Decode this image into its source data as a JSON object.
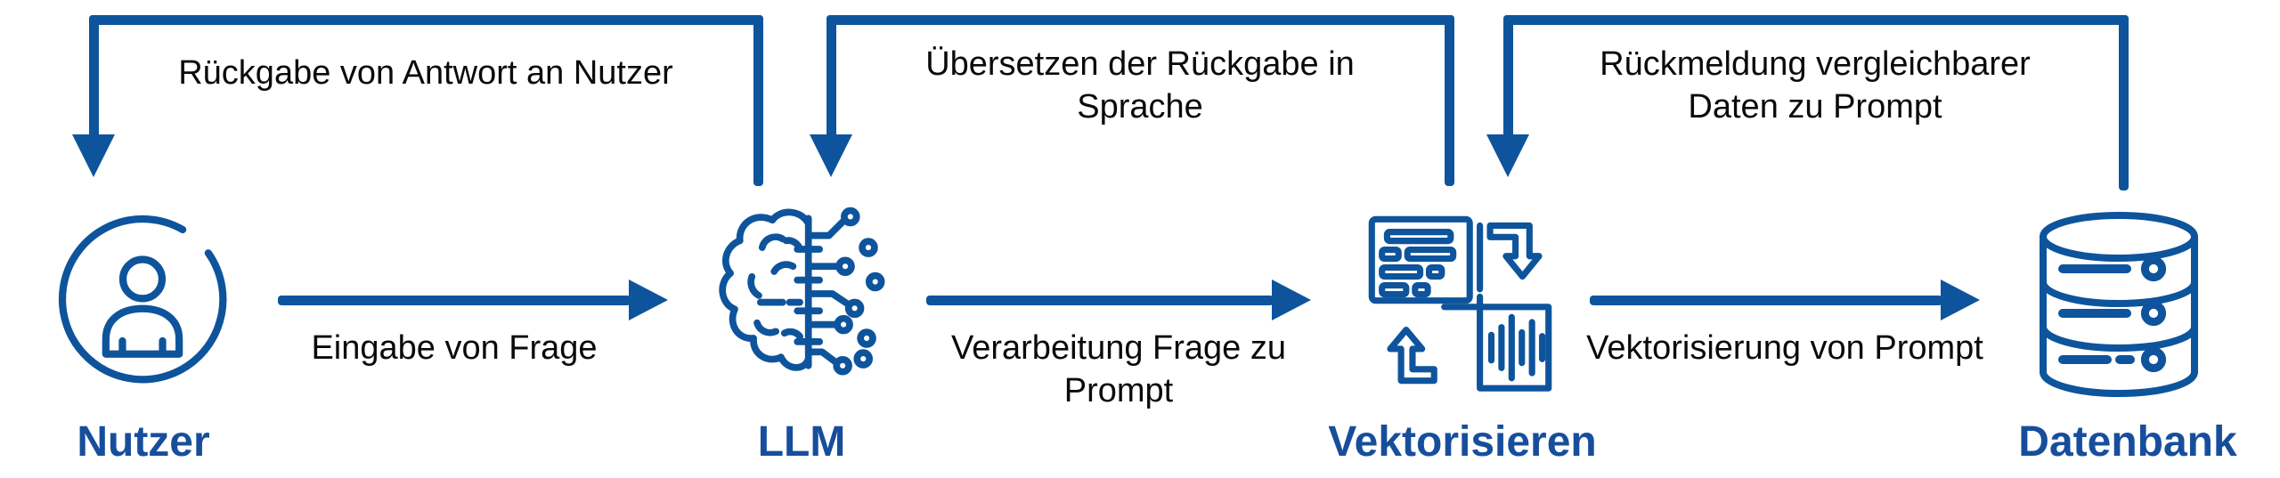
{
  "colors": {
    "accent": "#0E549C",
    "node_label": "#174E9C",
    "caption_text": "#0A0A0A",
    "background": "#FFFFFF"
  },
  "nodes": [
    {
      "id": "nutzer",
      "label": "Nutzer",
      "icon": "user-icon"
    },
    {
      "id": "llm",
      "label": "LLM",
      "icon": "brain-circuit-icon"
    },
    {
      "id": "vektorisieren",
      "label": "Vektorisieren",
      "icon": "vectorize-icon"
    },
    {
      "id": "datenbank",
      "label": "Datenbank",
      "icon": "database-icon"
    }
  ],
  "forward_arrows": [
    {
      "from": "Nutzer",
      "to": "LLM",
      "label_lines": [
        "Eingabe von Frage"
      ]
    },
    {
      "from": "LLM",
      "to": "Vektorisieren",
      "label_lines": [
        "Verarbeitung Frage zu",
        "Prompt"
      ]
    },
    {
      "from": "Vektorisieren",
      "to": "Datenbank",
      "label_lines": [
        "Vektorisierung von Prompt"
      ]
    }
  ],
  "feedback_arrows": [
    {
      "from": "LLM",
      "to": "Nutzer",
      "label_lines": [
        "Rückgabe von Antwort an Nutzer"
      ]
    },
    {
      "from": "Vektorisieren",
      "to": "LLM",
      "label_lines": [
        "Übersetzen der Rückgabe in",
        "Sprache"
      ]
    },
    {
      "from": "Datenbank",
      "to": "Vektorisieren",
      "label_lines": [
        "Rückmeldung vergleichbarer",
        "Daten zu Prompt"
      ]
    }
  ]
}
